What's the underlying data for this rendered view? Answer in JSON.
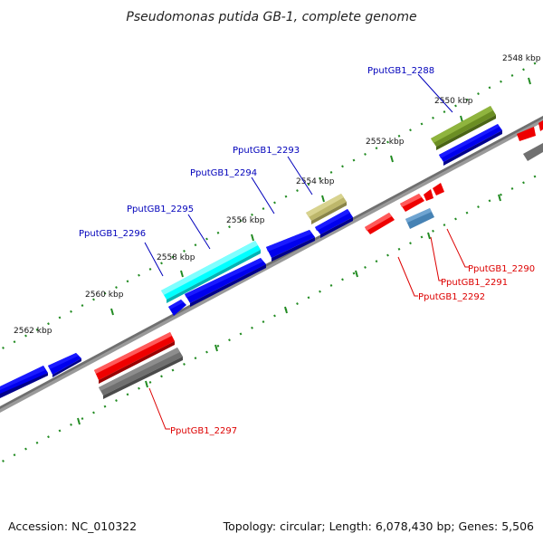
{
  "title": "Pseudomonas putida GB-1, complete genome",
  "footer": {
    "accession": "Accession: NC_010322",
    "info": "Topology: circular; Length: 6,078,430 bp; Genes: 5,506"
  },
  "scale_labels": [
    "2548 kbp",
    "2550 kbp",
    "2552 kbp",
    "2554 kbp",
    "2556 kbp",
    "2558 kbp",
    "2560 kbp",
    "2562 kbp"
  ],
  "colors": {
    "backbone": "#888888",
    "ticks": "#228B22",
    "forward_label": "#0000BB",
    "reverse_label": "#DD0000"
  },
  "genes": [
    {
      "label": "PputGB1_2288",
      "strand": "forward",
      "color": "#6B8E23"
    },
    {
      "label": "PputGB1_2293",
      "strand": "forward",
      "color": "#BDB76B"
    },
    {
      "label": "PputGB1_2294",
      "strand": "forward",
      "color": "#0000EE"
    },
    {
      "label": "PputGB1_2295",
      "strand": "forward",
      "color": "#00FFFF"
    },
    {
      "label": "PputGB1_2296",
      "strand": "forward",
      "color": "#0000EE"
    },
    {
      "label": "PputGB1_2290",
      "strand": "reverse",
      "color": "#EE0000"
    },
    {
      "label": "PputGB1_2291",
      "strand": "reverse",
      "color": "#4682B4"
    },
    {
      "label": "PputGB1_2292",
      "strand": "reverse",
      "color": "#EE0000"
    },
    {
      "label": "PputGB1_2297",
      "strand": "reverse",
      "color": "#EE0000"
    }
  ]
}
